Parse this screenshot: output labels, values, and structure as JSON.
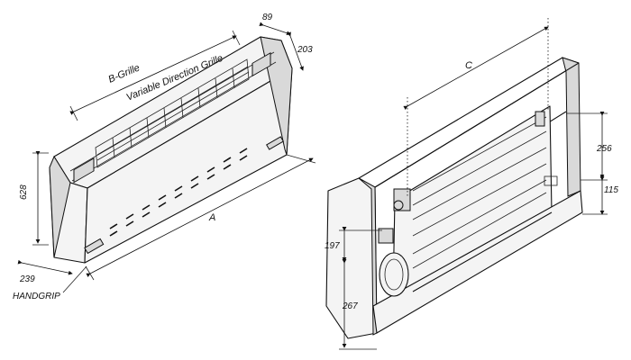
{
  "labels": {
    "b_grille": "B-Grille",
    "variable_grille": "Variable Direction Grille",
    "dim_a": "A",
    "dim_c": "C",
    "depth_top": "89",
    "depth_203": "203",
    "height_628": "628",
    "depth_239": "239",
    "handgrip": "HANDGRIP",
    "dim_256": "256",
    "dim_115": "115",
    "dim_197": "197",
    "dim_267": "267"
  }
}
